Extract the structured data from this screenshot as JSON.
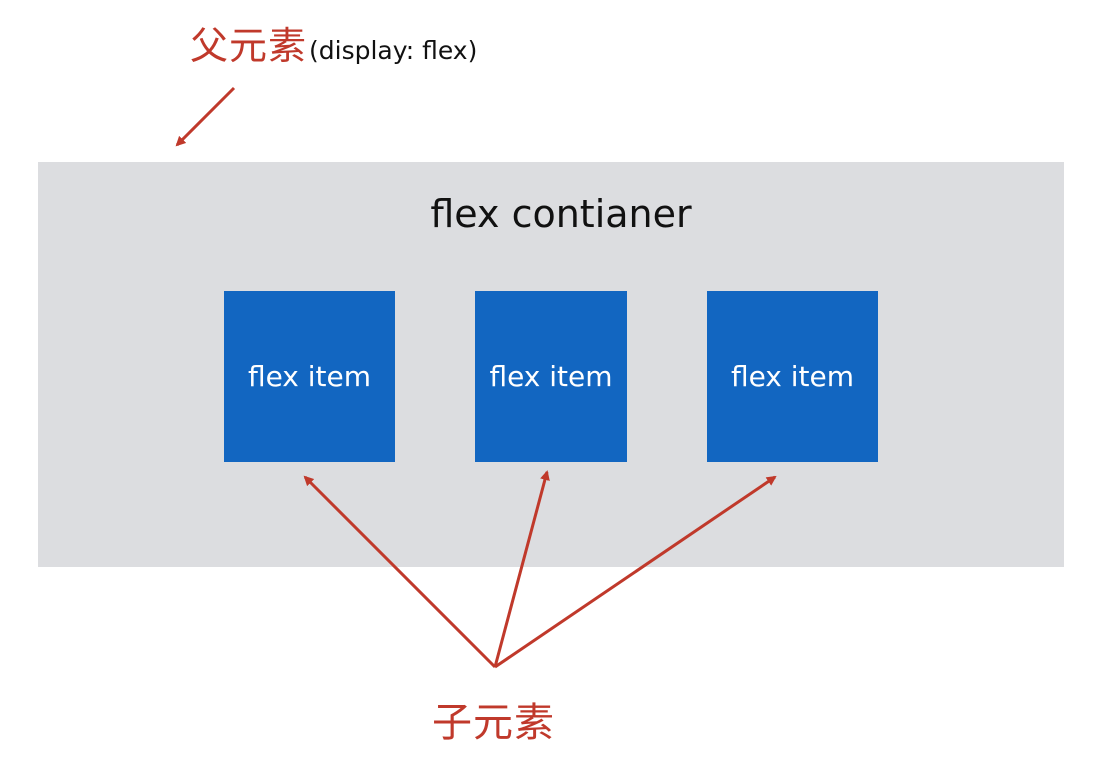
{
  "parent_label": {
    "text": "父元素",
    "code": "(display: flex)"
  },
  "container": {
    "title": "flex contianer"
  },
  "items": [
    {
      "label": "flex item"
    },
    {
      "label": "flex item"
    },
    {
      "label": "flex item"
    }
  ],
  "child_label": {
    "text": "子元素"
  },
  "colors": {
    "annotation": "#c0392b",
    "container_bg": "#dcdde0",
    "item_bg": "#1266c1",
    "item_text": "#ffffff"
  }
}
